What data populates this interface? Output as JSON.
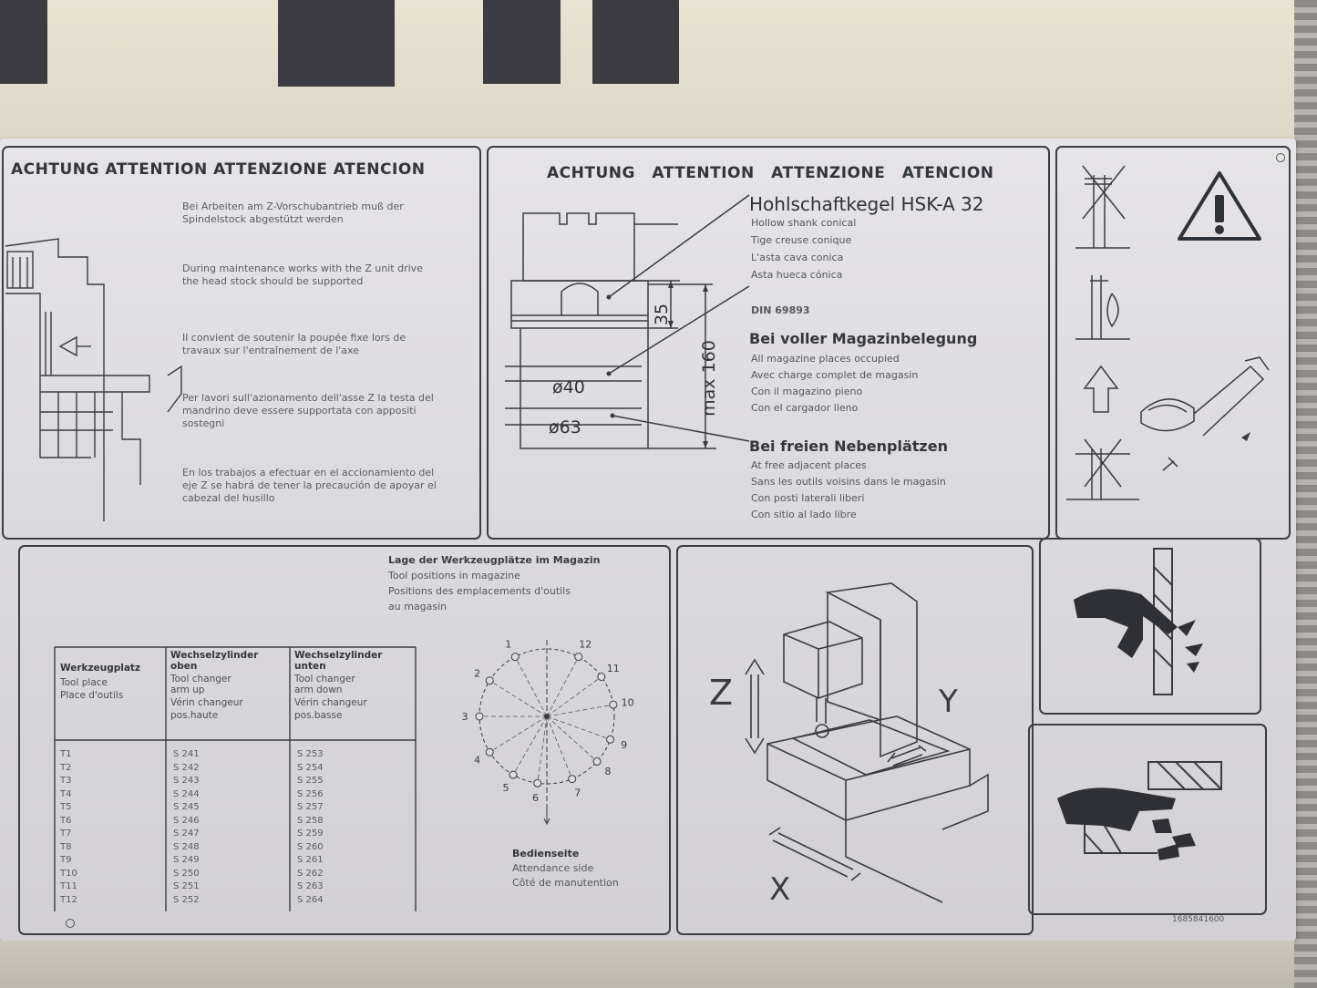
{
  "warning_heading": "ACHTUNG ATTENTION ATTENZIONE ATENCION",
  "panel1": {
    "para_de": "Bei Arbeiten am Z-Vorschubantrieb muß der Spindelstock abgestützt werden",
    "para_en": "During maintenance works with the Z unit drive the head stock should be supported",
    "para_fr": "Il convient de soutenir la poupée fixe lors de travaux sur l'entraînement de l'axe",
    "para_it": "Per lavori sull'azionamento dell'asse Z la testa del mandrino deve essere supportata con appositi sostegni",
    "para_es": "En los trabajos a efectuar en el accionamiento del eje Z se habrá de tener la precaución de apoyar el cabezal del husillo"
  },
  "panel2": {
    "title": "Hohlschaftkegel HSK-A 32",
    "title_lines": [
      "Hollow shank conical",
      "Tige creuse conique",
      "L'asta cava conica",
      "Asta hueca cónica"
    ],
    "din": "DIN 69893",
    "full_title": "Bei voller Magazinbelegung",
    "full_lines": [
      "All magazine places occupied",
      "Avec charge complet de magasin",
      "Con il magazino pieno",
      "Con el cargador lleno"
    ],
    "free_title": "Bei freien Nebenplätzen",
    "free_lines": [
      "At free adjacent places",
      "Sans les outils voisins dans le magasin",
      "Con posti laterali liberi",
      "Con sitio al lado libre"
    ],
    "dim_35": "35",
    "dim_max160": "max 160",
    "dim_40": "ø40",
    "dim_63": "ø63"
  },
  "panel4": {
    "title_lines": [
      "Lage der Werkzeugplätze im Magazin",
      "Tool positions in magazine",
      "Positions des emplacements d'outils",
      "au magasin"
    ],
    "col1_head": [
      "Werkzeugplatz",
      "Tool place",
      "Place d'outils"
    ],
    "col2_head": [
      "Wechselzylinder",
      "oben",
      "Tool changer",
      "arm up",
      "Vérin changeur",
      "pos.haute"
    ],
    "col3_head": [
      "Wechselzylinder",
      "unten",
      "Tool changer",
      "arm down",
      "Vérin changeur",
      "pos.basse"
    ],
    "places": [
      "T1",
      "T2",
      "T3",
      "T4",
      "T5",
      "T6",
      "T7",
      "T8",
      "T9",
      "T10",
      "T11",
      "T12"
    ],
    "upper": [
      "S 241",
      "S 242",
      "S 243",
      "S 244",
      "S 245",
      "S 246",
      "S 247",
      "S 248",
      "S 249",
      "S 250",
      "S 251",
      "S 252"
    ],
    "lower": [
      "S 253",
      "S 254",
      "S 255",
      "S 256",
      "S 257",
      "S 258",
      "S 259",
      "S 260",
      "S 261",
      "S 262",
      "S 263",
      "S 264"
    ],
    "dial_numbers": [
      "1",
      "2",
      "3",
      "4",
      "5",
      "6",
      "7",
      "8",
      "9",
      "10",
      "11",
      "12"
    ],
    "side_title": "Bedienseite",
    "side_lines": [
      "Attendance side",
      "Côté de manutention"
    ]
  },
  "panel5": {
    "axis_z": "Z",
    "axis_y": "Y",
    "axis_x": "X"
  },
  "part_number": "1685841600"
}
